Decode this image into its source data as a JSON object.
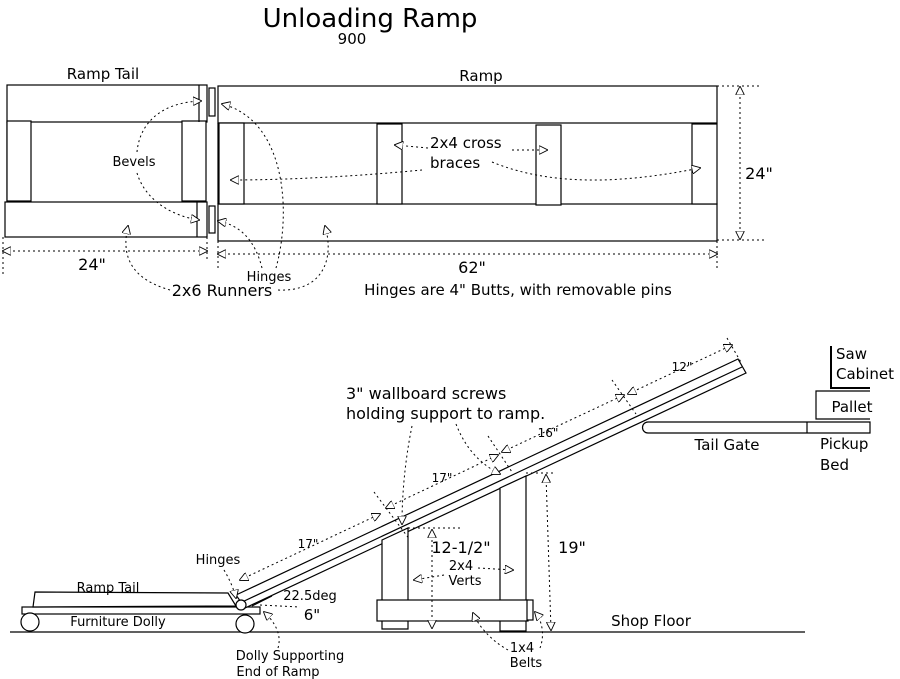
{
  "title": "Unloading Ramp",
  "subtitle": "900",
  "plan_view": {
    "ramp_tail_label": "Ramp Tail",
    "ramp_label": "Ramp",
    "bevels_label": "Bevels",
    "cross_braces_line1": "2x4 cross",
    "cross_braces_line2": "braces",
    "height_dim": "24\"",
    "tail_width_dim": "24\"",
    "ramp_length_dim": "62\"",
    "hinges_label": "Hinges",
    "runners_label": "2x6 Runners",
    "hinge_note": "Hinges are 4\" Butts, with removable pins"
  },
  "side_view": {
    "screws_line1": "3\" wallboard screws",
    "screws_line2": "holding support to ramp.",
    "dim_12": "12\"",
    "dim_16": "16\"",
    "dim_17_upper": "17\"",
    "dim_17_lower": "17\"",
    "saw_line1": "Saw",
    "saw_line2": "Cabinet",
    "pallet": "Pallet",
    "tail_gate": "Tail Gate",
    "pickup_line1": "Pickup",
    "pickup_line2": "Bed",
    "hinges": "Hinges",
    "ramp_tail": "Ramp Tail",
    "furniture_dolly": "Furniture Dolly",
    "angle": "22.5deg",
    "dim_6": "6\"",
    "dim_12_5": "12-1/2\"",
    "verts_line1": "2x4",
    "verts_line2": "Verts",
    "dim_19": "19\"",
    "shop_floor": "Shop Floor",
    "belts_line1": "1x4",
    "belts_line2": "Belts",
    "dolly_line1": "Dolly Supporting",
    "dolly_line2": "End of Ramp"
  }
}
